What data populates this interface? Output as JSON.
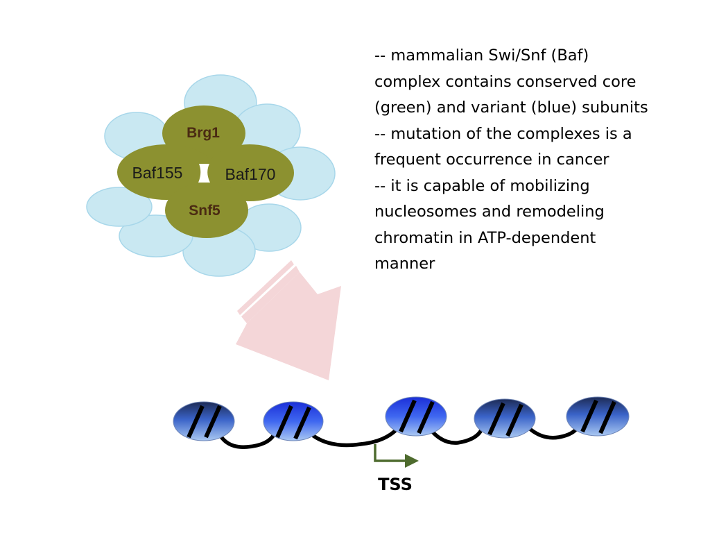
{
  "complex": {
    "core_subunits": {
      "top": "Brg1",
      "left": "Baf155",
      "right": "Baf170",
      "bottom": "Snf5"
    },
    "colors": {
      "core": "#8c9130",
      "core_text": "#4a2a12",
      "variant_fill": "#c9e8f2",
      "variant_stroke": "#a8d7ea"
    }
  },
  "arrow": {
    "color": "#f4d6d8"
  },
  "chromatin": {
    "nucleosome_count": 5,
    "linker_color": "#000000",
    "tss_label": "TSS",
    "tss_arrow_color": "#4e6b2e"
  },
  "bullets": {
    "lines": [
      "-- mammalian Swi/Snf (Baf)",
      "complex contains conserved core",
      "(green) and variant (blue) subunits",
      "-- mutation of the complexes is a",
      "frequent occurrence in cancer",
      "-- it is capable of mobilizing",
      "nucleosomes and remodeling",
      "chromatin in ATP-dependent",
      "manner"
    ]
  }
}
